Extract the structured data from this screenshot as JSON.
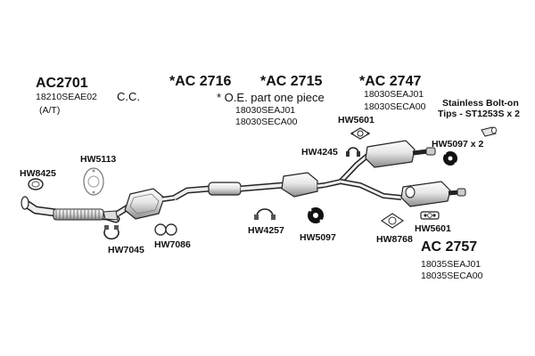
{
  "labels": {
    "ac2701": "AC2701",
    "ac2701_pn": "18210SEAE02",
    "ac2701_note": "(A/T)",
    "cc": "C.C.",
    "ac2716": "*AC 2716",
    "ac2715": "*AC 2715",
    "oe_note": "* O.E. part one piece",
    "ac2715_pn1": "18030SEAJ01",
    "ac2715_pn2": "18030SECA00",
    "ac2747": "*AC 2747",
    "ac2747_pn1": "18030SEAJ01",
    "ac2747_pn2": "18030SECA00",
    "stainless_line1": "Stainless Bolt-on",
    "stainless_line2": "Tips - ST1253S x 2",
    "hw5601_top": "HW5601",
    "hw5097x2": "HW5097 x 2",
    "hw4245": "HW4245",
    "hw5113": "HW5113",
    "hw8425": "HW8425",
    "hw7045": "HW7045",
    "hw7086": "HW7086",
    "hw4257": "HW4257",
    "hw5097": "HW5097",
    "hw8768": "HW8768",
    "hw5601_bottom": "HW5601",
    "ac2757": "AC 2757",
    "ac2757_pn1": "18035SEAJ01",
    "ac2757_pn2": "18035SECA00"
  },
  "colors": {
    "line": "#222222",
    "pipe_fill": "#f2f2f2",
    "shade": "#9a9a9a",
    "hanger": "#111111"
  },
  "icons": [
    "front-pipe-icon",
    "catalytic-converter-icon",
    "resonator-icon",
    "muffler-icon",
    "gasket-icon",
    "hanger-icon",
    "clamp-icon",
    "exhaust-tip-icon",
    "flange-icon"
  ]
}
